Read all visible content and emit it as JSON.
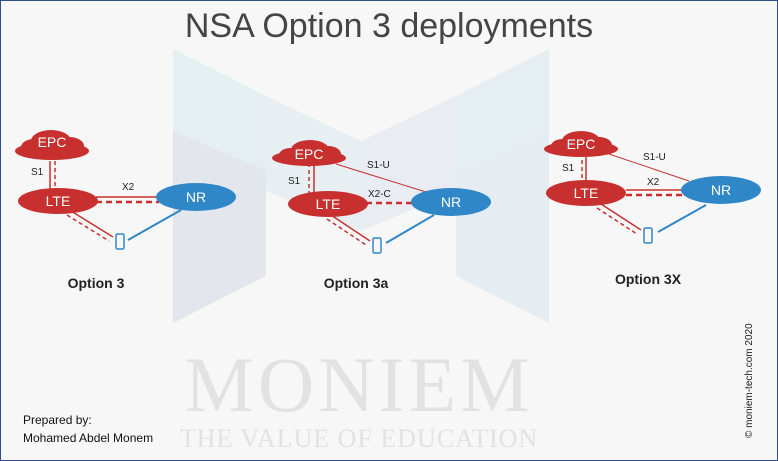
{
  "title": "NSA Option 3 deployments",
  "colors": {
    "lte": "#c8302f",
    "nr": "#2f87c8",
    "border": "#2f4f8f"
  },
  "diagrams": [
    {
      "name": "Option 3",
      "epc": "EPC",
      "lte": "LTE",
      "nr": "NR",
      "links": {
        "s1": "S1",
        "x2": "X2"
      }
    },
    {
      "name": "Option 3a",
      "epc": "EPC",
      "lte": "LTE",
      "nr": "NR",
      "links": {
        "s1": "S1",
        "s1u": "S1-U",
        "x2": "X2-C"
      }
    },
    {
      "name": "Option 3X",
      "epc": "EPC",
      "lte": "LTE",
      "nr": "NR",
      "links": {
        "s1": "S1",
        "s1u": "S1-U",
        "x2": "X2"
      }
    }
  ],
  "watermark": {
    "brand": "MONIEM",
    "tagline": "THE VALUE OF EDUCATION"
  },
  "footer": {
    "prepared_label": "Prepared by:",
    "author": "Mohamed Abdel Monem",
    "copyright": "© moniem-tech.com 2020"
  }
}
